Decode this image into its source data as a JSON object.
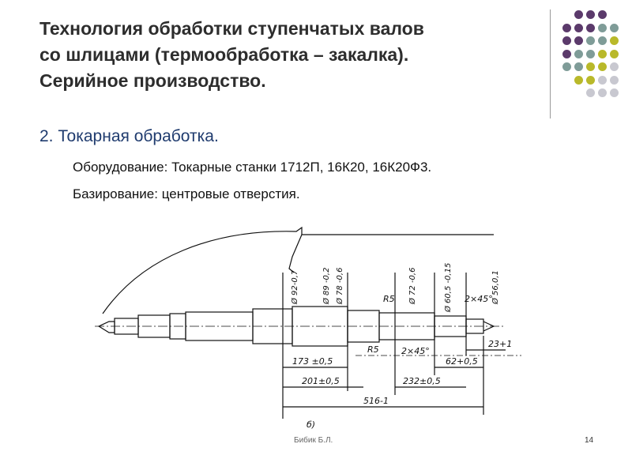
{
  "title_lines": [
    "Технология обработки ступенчатых валов",
    "со шлицами (термообработка – закалка).",
    "Серийное производство."
  ],
  "section": "2. Токарная обработка.",
  "equipment": "Оборудование: Токарные станки 1712П, 16К20, 16К20Ф3.",
  "basing": "Базирование: центровые отверстия.",
  "drawing": {
    "dims_vertical": [
      "Ø 92-0,7",
      "Ø 89 -0,2",
      "Ø 78 -0,6",
      "Ø 72 -0,6",
      "Ø 60,5 -0,15",
      "Ø 56,0,1"
    ],
    "dims_horizontal": [
      "173 ±0,5",
      "201±0,5",
      "516-1",
      "232±0,5",
      "62+0,5",
      "23+1"
    ],
    "labels": [
      "R5",
      "R5",
      "2×45°",
      "2×45°",
      "б)"
    ]
  },
  "footer": {
    "author": "Бибик Б.Л.",
    "page": "14"
  },
  "colors": {
    "purple": "#5b3a6b",
    "teal": "#7f9c98",
    "olive": "#b9b92a",
    "grey": "#c8c8d0",
    "section": "#1f3b6e"
  }
}
